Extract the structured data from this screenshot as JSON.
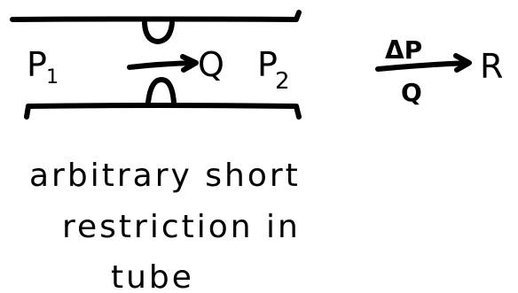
{
  "tube": {
    "p1_label": "P",
    "p1_subscript": "1",
    "flow_label": "Q",
    "p2_label": "P",
    "p2_subscript": "2"
  },
  "definition": {
    "numerator": "ΔP",
    "denominator": "Q",
    "result": "R"
  },
  "caption": {
    "line1": "arbitrary short",
    "line2": "restriction in",
    "line3": "tube"
  }
}
